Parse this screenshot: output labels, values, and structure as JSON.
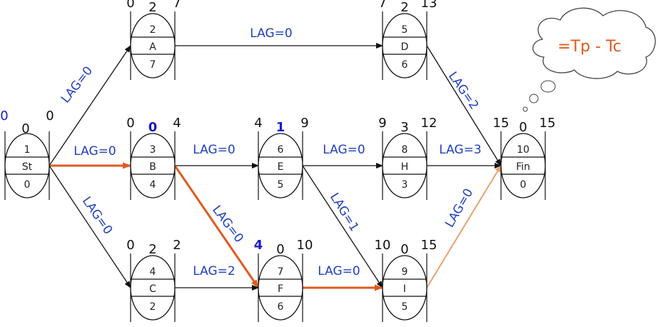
{
  "colors": {
    "lag": "#1f3fbf",
    "critical": "#e05a20",
    "light": "#eba070",
    "black": "#111111",
    "blue": "#1a1acc",
    "cloud_text": "#e05a20"
  },
  "nodes": [
    {
      "id": "St",
      "top": "1",
      "name": "St",
      "bottom": "0",
      "nums": [
        {
          "t": "0",
          "c": "black"
        },
        {
          "t": "0",
          "c": "black"
        }
      ],
      "extra": {
        "t": "0",
        "c": "blue"
      }
    },
    {
      "id": "A",
      "top": "2",
      "name": "A",
      "bottom": "7",
      "nums": [
        {
          "t": "0",
          "c": "black"
        },
        {
          "t": "2",
          "c": "black"
        },
        {
          "t": "7",
          "c": "black"
        }
      ]
    },
    {
      "id": "B",
      "top": "3",
      "name": "B",
      "bottom": "4",
      "nums": [
        {
          "t": "0",
          "c": "black"
        },
        {
          "t": "0",
          "c": "blue"
        },
        {
          "t": "4",
          "c": "black"
        }
      ]
    },
    {
      "id": "C",
      "top": "4",
      "name": "C",
      "bottom": "2",
      "nums": [
        {
          "t": "0",
          "c": "black"
        },
        {
          "t": "2",
          "c": "black"
        },
        {
          "t": "2",
          "c": "black"
        }
      ]
    },
    {
      "id": "D",
      "top": "5",
      "name": "D",
      "bottom": "6",
      "nums": [
        {
          "t": "7",
          "c": "black"
        },
        {
          "t": "2",
          "c": "black"
        },
        {
          "t": "13",
          "c": "black"
        }
      ]
    },
    {
      "id": "E",
      "top": "6",
      "name": "E",
      "bottom": "5",
      "nums": [
        {
          "t": "4",
          "c": "black"
        },
        {
          "t": "1",
          "c": "blue"
        },
        {
          "t": "9",
          "c": "black"
        }
      ]
    },
    {
      "id": "F",
      "top": "7",
      "name": "F",
      "bottom": "6",
      "nums": [
        {
          "t": "4",
          "c": "blue"
        },
        {
          "t": "0",
          "c": "black"
        },
        {
          "t": "10",
          "c": "black"
        }
      ]
    },
    {
      "id": "H",
      "top": "8",
      "name": "H",
      "bottom": "3",
      "nums": [
        {
          "t": "9",
          "c": "black"
        },
        {
          "t": "3",
          "c": "black"
        },
        {
          "t": "12",
          "c": "black"
        }
      ]
    },
    {
      "id": "I",
      "top": "9",
      "name": "I",
      "bottom": "5",
      "nums": [
        {
          "t": "10",
          "c": "black"
        },
        {
          "t": "0",
          "c": "black"
        },
        {
          "t": "15",
          "c": "black"
        }
      ]
    },
    {
      "id": "Fin",
      "top": "10",
      "name": "Fin",
      "bottom": "0",
      "nums": [
        {
          "t": "15",
          "c": "black"
        },
        {
          "t": "0",
          "c": "black"
        },
        {
          "t": "15",
          "c": "black"
        }
      ]
    }
  ],
  "edges": [
    {
      "from": "St",
      "to": "A",
      "lag": "LAG=0",
      "style": "black"
    },
    {
      "from": "St",
      "to": "B",
      "lag": "LAG=0",
      "style": "critical"
    },
    {
      "from": "St",
      "to": "C",
      "lag": "LAG=0",
      "style": "black"
    },
    {
      "from": "A",
      "to": "D",
      "lag": "LAG=0",
      "style": "black"
    },
    {
      "from": "B",
      "to": "E",
      "lag": "LAG=0",
      "style": "black"
    },
    {
      "from": "B",
      "to": "F",
      "lag": "LAG=0",
      "style": "critical"
    },
    {
      "from": "C",
      "to": "F",
      "lag": "LAG=2",
      "style": "black"
    },
    {
      "from": "E",
      "to": "H",
      "lag": "LAG=0",
      "style": "black"
    },
    {
      "from": "E",
      "to": "I",
      "lag": "LAG=1",
      "style": "black"
    },
    {
      "from": "F",
      "to": "I",
      "lag": "LAG=0",
      "style": "critical"
    },
    {
      "from": "D",
      "to": "Fin",
      "lag": "LAG=2",
      "style": "black"
    },
    {
      "from": "H",
      "to": "Fin",
      "lag": "LAG=3",
      "style": "black"
    },
    {
      "from": "I",
      "to": "Fin",
      "lag": "LAG=0",
      "style": "light"
    }
  ],
  "cloud": {
    "text": "=Tp - Tc"
  }
}
